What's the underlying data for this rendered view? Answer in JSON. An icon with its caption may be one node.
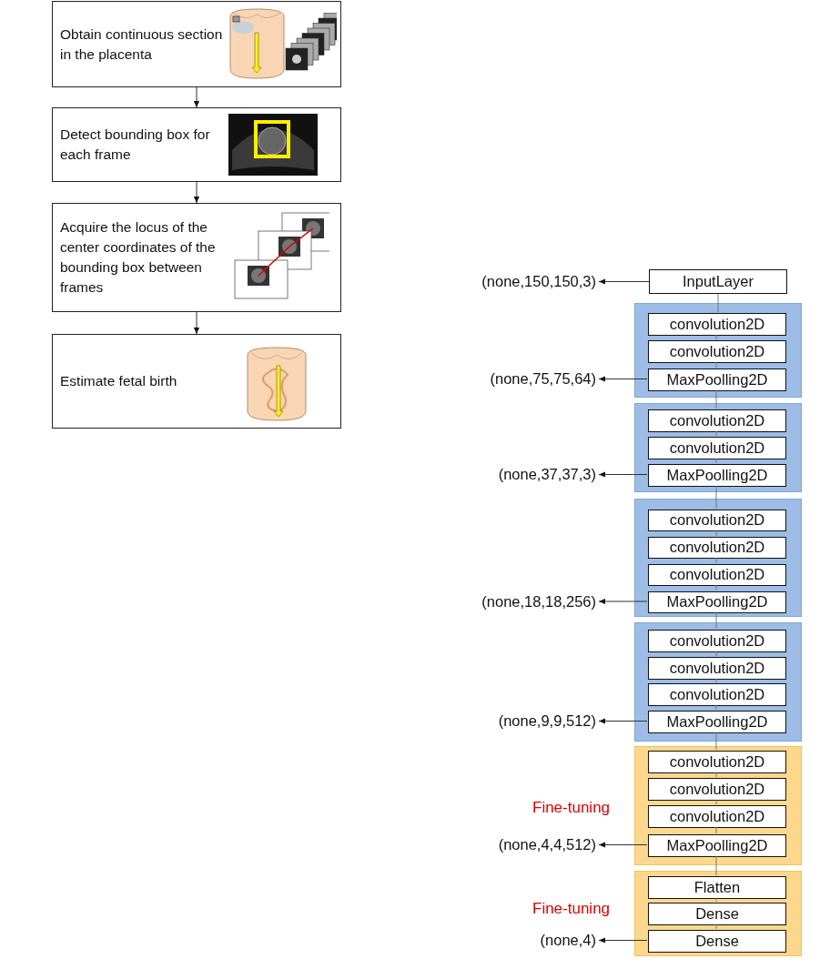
{
  "diagram": {
    "nodes": [
      {
        "text": [
          "Obtain continuous section in the placenta"
        ]
      },
      {
        "text": [
          "Detect bounding box for each frame"
        ]
      },
      {
        "text": [
          "Acquire the locus of the center coordinates of the bounding box between frames"
        ]
      },
      {
        "text": [
          "Estimate fetal birth"
        ]
      },
      {
        "text": [
          "InputLayer"
        ]
      },
      {
        "text": [
          "(none,150,150,3)"
        ]
      },
      {
        "text": [],
        "shape": "box"
      },
      {
        "text": [
          "convolution2D"
        ],
        "in": 6
      },
      {
        "text": [
          "convolution2D"
        ],
        "in": 6
      },
      {
        "text": [
          "MaxPoolling2D"
        ],
        "in": 6
      },
      {
        "text": [
          "(none,75,75,64)"
        ]
      },
      {
        "text": [],
        "shape": "box"
      },
      {
        "text": [
          "convolution2D"
        ],
        "in": 11
      },
      {
        "text": [
          "convolution2D"
        ],
        "in": 11
      },
      {
        "text": [
          "MaxPoolling2D"
        ],
        "in": 11
      },
      {
        "text": [
          "(none,37,37,3)"
        ]
      },
      {
        "text": [],
        "shape": "box"
      },
      {
        "text": [
          "convolution2D"
        ],
        "in": 16
      },
      {
        "text": [
          "convolution2D"
        ],
        "in": 16
      },
      {
        "text": [
          "convolution2D"
        ],
        "in": 16
      },
      {
        "text": [
          "MaxPoolling2D"
        ],
        "in": 16
      },
      {
        "text": [
          "(none,18,18,256)"
        ]
      },
      {
        "text": [],
        "shape": "box"
      },
      {
        "text": [
          "convolution2D"
        ],
        "in": 22
      },
      {
        "text": [
          "convolution2D"
        ],
        "in": 22
      },
      {
        "text": [
          "convolution2D"
        ],
        "in": 22
      },
      {
        "text": [
          "MaxPoolling2D"
        ],
        "in": 22
      },
      {
        "text": [
          "(none,9,9,512)"
        ]
      },
      {
        "text": [],
        "shape": "box",
        "beside": [
          "Fine-tuning"
        ]
      },
      {
        "text": [
          "convolution2D"
        ],
        "in": 28
      },
      {
        "text": [
          "convolution2D"
        ],
        "in": 28
      },
      {
        "text": [
          "convolution2D"
        ],
        "in": 28
      },
      {
        "text": [
          "MaxPoolling2D"
        ],
        "in": 28
      },
      {
        "text": [
          "(none,4,4,512)"
        ]
      },
      {
        "text": [],
        "shape": "box",
        "beside": [
          "Fine-tuning"
        ]
      },
      {
        "text": [
          "Flatten"
        ],
        "in": 34
      },
      {
        "text": [
          "Dense"
        ],
        "in": 34
      },
      {
        "text": [
          "Dense"
        ],
        "in": 34
      },
      {
        "text": [
          "(none,4)"
        ]
      }
    ],
    "edges": [
      {
        "from": 0,
        "to": 1,
        "arrow": "to"
      },
      {
        "from": 1,
        "to": 2,
        "arrow": "to"
      },
      {
        "from": 2,
        "to": 3,
        "arrow": "to"
      },
      {
        "from": 4,
        "to": 5,
        "arrow": "to"
      },
      {
        "from": 4,
        "to": 7,
        "arrow": "none"
      },
      {
        "from": 7,
        "to": 8,
        "arrow": "none"
      },
      {
        "from": 8,
        "to": 9,
        "arrow": "none"
      },
      {
        "from": 9,
        "to": 10,
        "arrow": "to"
      },
      {
        "from": 9,
        "to": 12,
        "arrow": "none"
      },
      {
        "from": 12,
        "to": 13,
        "arrow": "none"
      },
      {
        "from": 13,
        "to": 14,
        "arrow": "none"
      },
      {
        "from": 14,
        "to": 15,
        "arrow": "to"
      },
      {
        "from": 14,
        "to": 17,
        "arrow": "none"
      },
      {
        "from": 17,
        "to": 18,
        "arrow": "none"
      },
      {
        "from": 18,
        "to": 19,
        "arrow": "none"
      },
      {
        "from": 19,
        "to": 20,
        "arrow": "none"
      },
      {
        "from": 20,
        "to": 21,
        "arrow": "to"
      },
      {
        "from": 20,
        "to": 23,
        "arrow": "none"
      },
      {
        "from": 23,
        "to": 24,
        "arrow": "none"
      },
      {
        "from": 24,
        "to": 25,
        "arrow": "none"
      },
      {
        "from": 25,
        "to": 26,
        "arrow": "none"
      },
      {
        "from": 26,
        "to": 27,
        "arrow": "to"
      },
      {
        "from": 26,
        "to": 29,
        "arrow": "none"
      },
      {
        "from": 29,
        "to": 30,
        "arrow": "none"
      },
      {
        "from": 30,
        "to": 31,
        "arrow": "none"
      },
      {
        "from": 31,
        "to": 32,
        "arrow": "none"
      },
      {
        "from": 32,
        "to": 33,
        "arrow": "to"
      },
      {
        "from": 32,
        "to": 35,
        "arrow": "none"
      },
      {
        "from": 35,
        "to": 36,
        "arrow": "none"
      },
      {
        "from": 36,
        "to": 37,
        "arrow": "none"
      },
      {
        "from": 37,
        "to": 38,
        "arrow": "to"
      }
    ]
  }
}
